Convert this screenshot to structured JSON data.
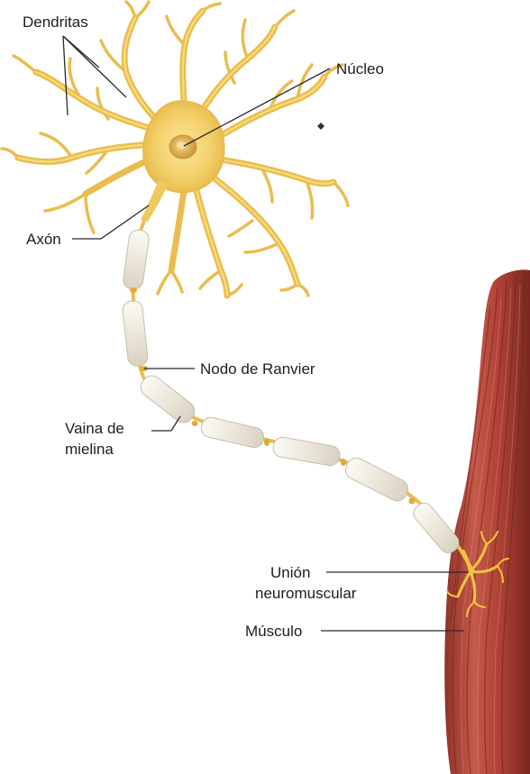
{
  "labels": {
    "dendritas": "Dendritas",
    "nucleo": "Núcleo",
    "axon": "Axón",
    "nodo_ranvier": "Nodo de Ranvier",
    "vaina_line1": "Vaina de",
    "vaina_line2": "mielina",
    "union_line1": "Unión",
    "union_line2": "neuromuscular",
    "musculo": "Músculo"
  },
  "colors": {
    "neuron_body": "#f3cf6a",
    "neuron_outline": "#e2b140",
    "nucleus": "#d9a748",
    "myelin": "#ece8dc",
    "node_of_ranvier": "#e0a93a",
    "muscle": "#b5493c",
    "muscle_dark": "#7f2a22",
    "label_text": "#1d1d1d"
  }
}
